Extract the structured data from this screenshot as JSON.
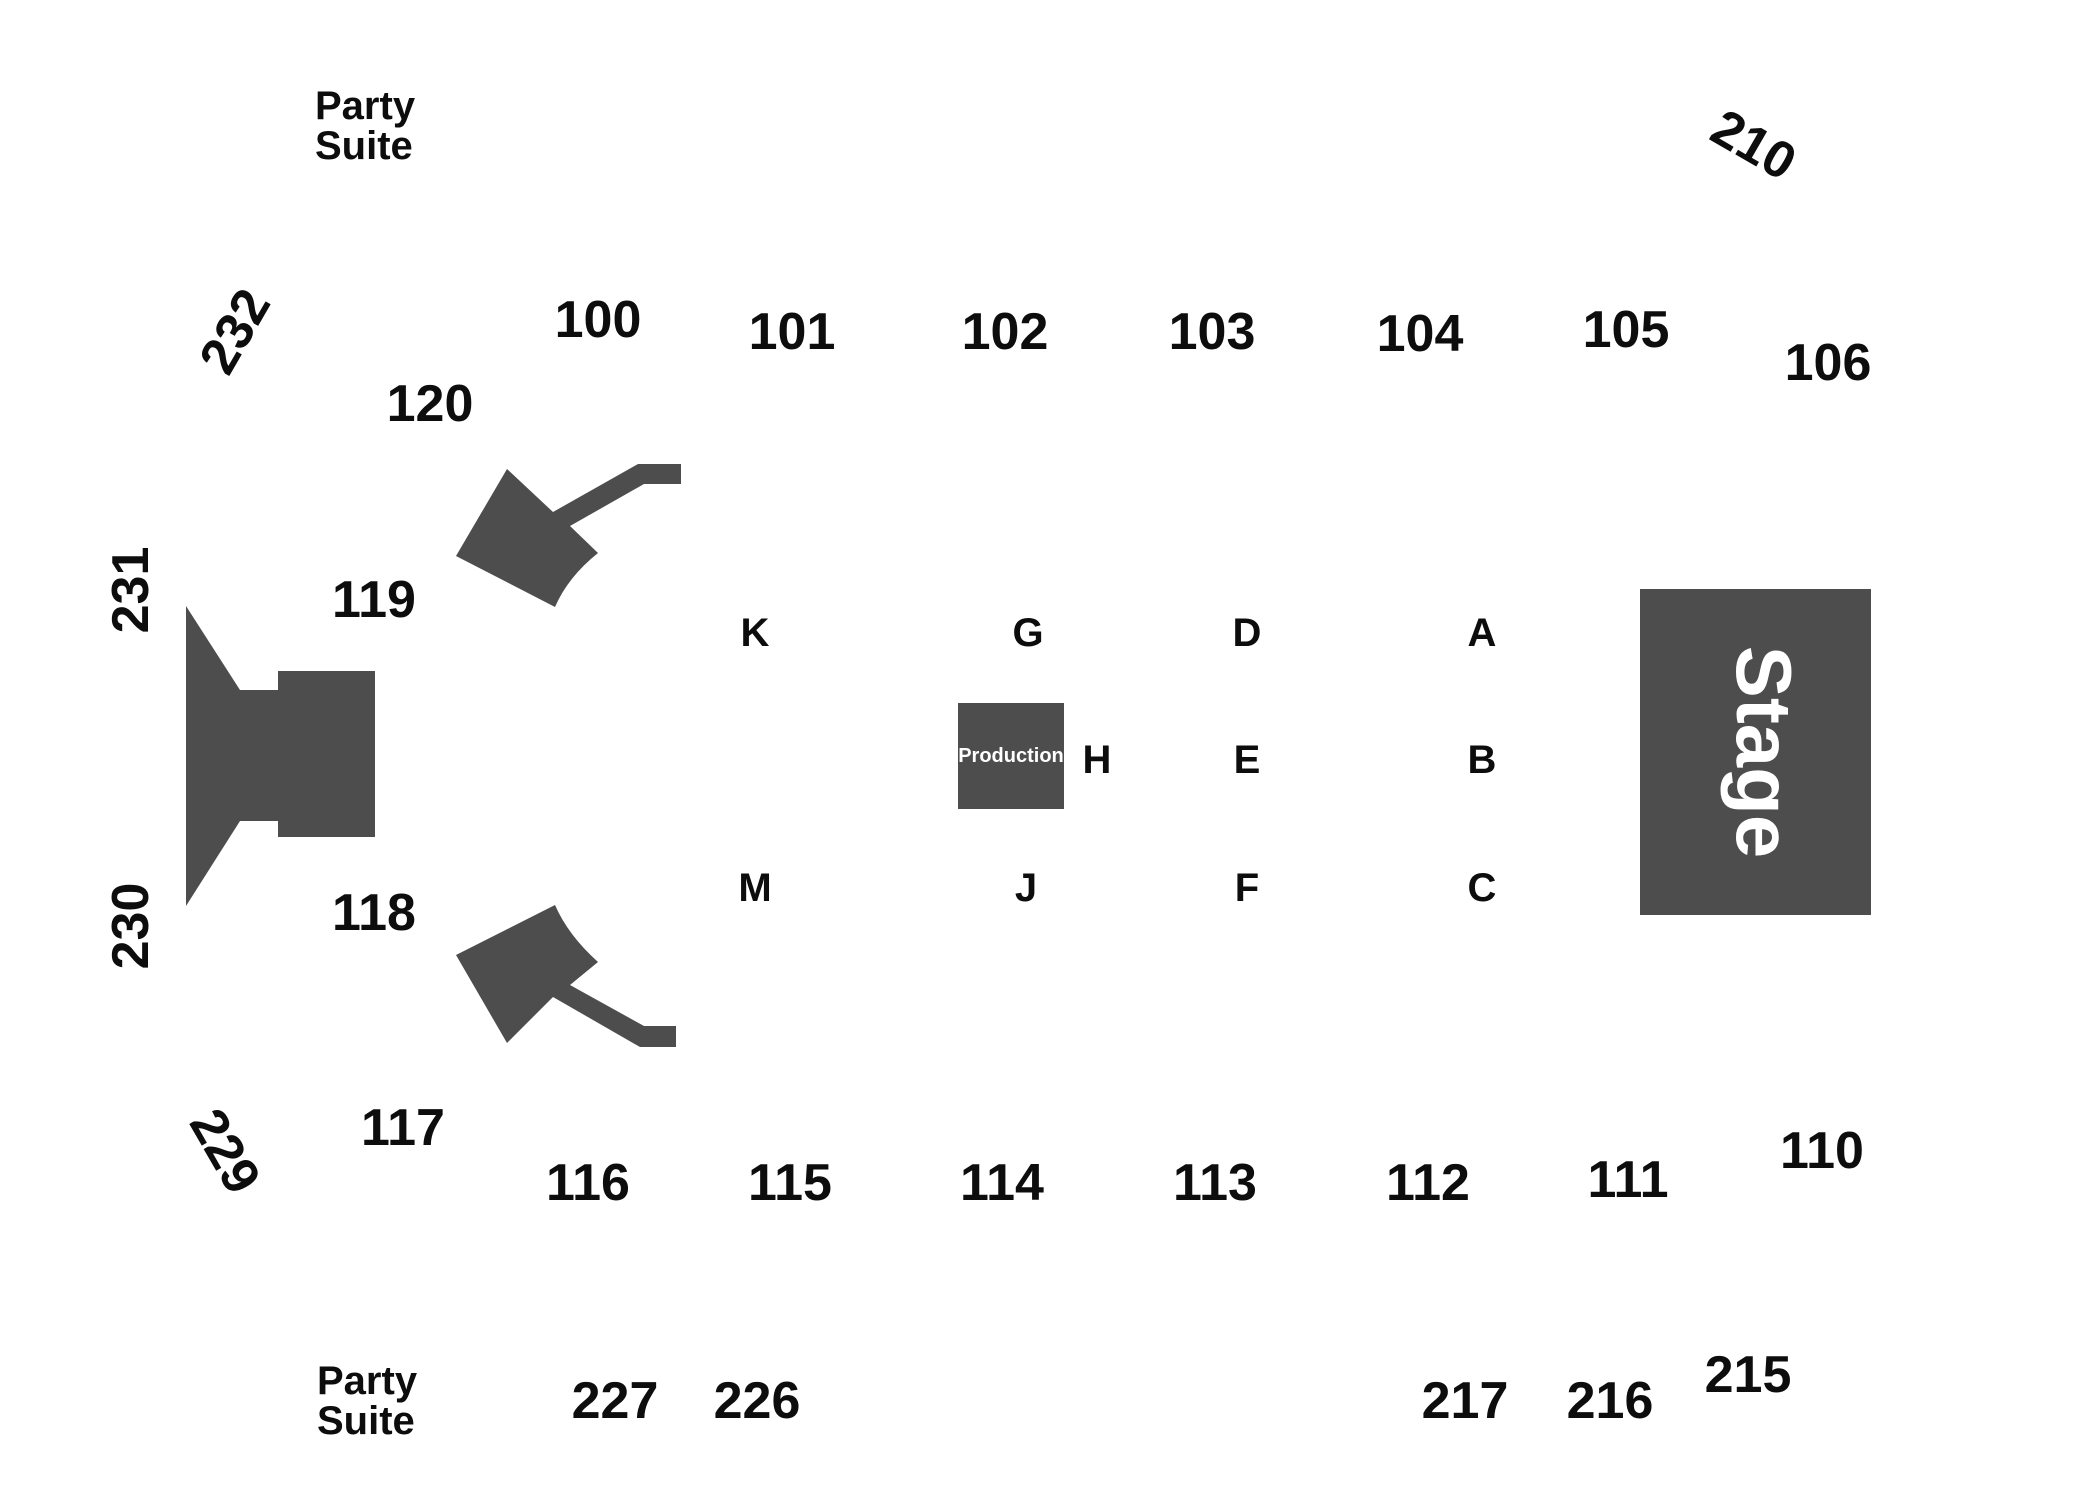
{
  "venue_map": {
    "stage": {
      "label": "Stage",
      "color": "#4d4d4d"
    },
    "production": {
      "label": "Production"
    },
    "party_suites": [
      {
        "line1": "Party",
        "line2": "Suite"
      },
      {
        "line1": "Party",
        "line2": "Suite"
      }
    ],
    "upper_sections": {
      "s210": "210",
      "s215": "215",
      "s216": "216",
      "s217": "217",
      "s226": "226",
      "s227": "227",
      "s229": "229",
      "s230": "230",
      "s231": "231",
      "s232": "232"
    },
    "lower_sections_top": [
      "100",
      "101",
      "102",
      "103",
      "104",
      "105",
      "106"
    ],
    "lower_sections_bottom": [
      "116",
      "115",
      "114",
      "113",
      "112",
      "111",
      "110"
    ],
    "lower_sections_end": {
      "s117": "117",
      "s118": "118",
      "s119": "119",
      "s120": "120"
    },
    "floor_sections": {
      "A": "A",
      "B": "B",
      "C": "C",
      "D": "D",
      "E": "E",
      "F": "F",
      "G": "G",
      "H": "H",
      "J": "J",
      "K": "K",
      "M": "M"
    }
  }
}
